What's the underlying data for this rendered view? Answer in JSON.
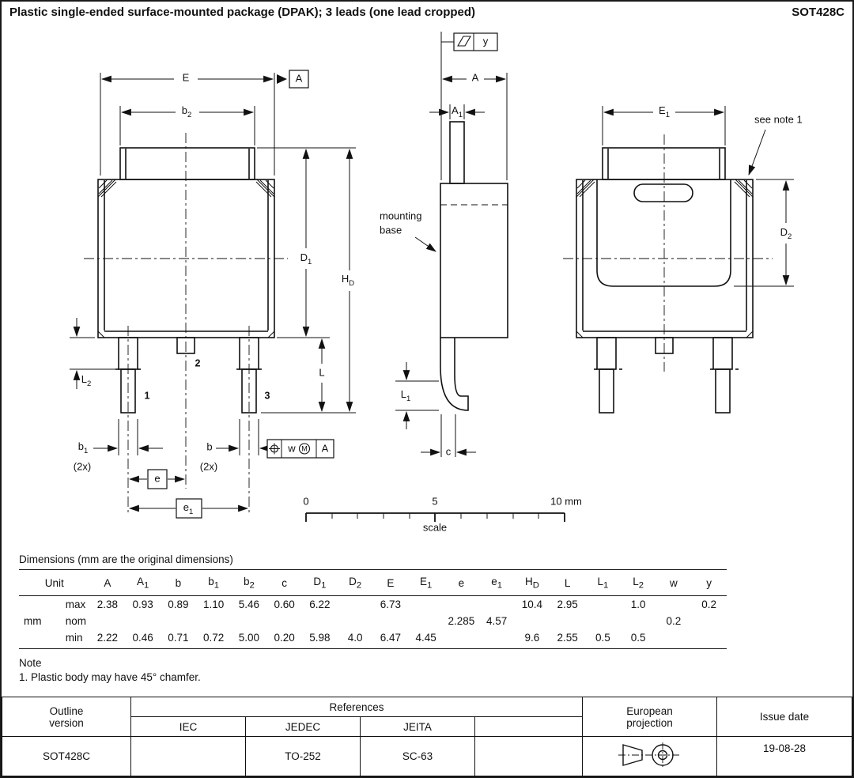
{
  "header": {
    "title": "Plastic single-ended surface-mounted package (DPAK); 3 leads (one lead cropped)",
    "package_code": "SOT428C"
  },
  "drawing": {
    "front": {
      "E": "E",
      "b2": {
        "base": "b",
        "sub": "2"
      },
      "datum_a": "A",
      "D1": {
        "base": "D",
        "sub": "1"
      },
      "HD": {
        "base": "H",
        "sub": "D"
      },
      "L": "L",
      "L2": {
        "base": "L",
        "sub": "2"
      },
      "b1": {
        "base": "b",
        "sub": "1"
      },
      "b1_qty": "(2x)",
      "b": "b",
      "b_qty": "(2x)",
      "e": "e",
      "e1": {
        "base": "e",
        "sub": "1"
      },
      "pin1": "1",
      "pin2": "2",
      "pin3": "3",
      "tol_w": "w",
      "tol_m": "M",
      "tol_datum": "A"
    },
    "side": {
      "flag_y": "y",
      "A": "A",
      "A1": {
        "base": "A",
        "sub": "1"
      },
      "mounting": [
        "mounting",
        "base"
      ],
      "L1": {
        "base": "L",
        "sub": "1"
      },
      "c": "c",
      "scale_0": "0",
      "scale_5": "5",
      "scale_10": "10 mm",
      "scale_label": "scale"
    },
    "back": {
      "E1": {
        "base": "E",
        "sub": "1"
      },
      "note_ref": "see note 1",
      "D2": {
        "base": "D",
        "sub": "2"
      }
    }
  },
  "dim_table": {
    "title": "Dimensions (mm are the original dimensions)",
    "columns": [
      {
        "base": "Unit"
      },
      {
        "base": "A"
      },
      {
        "base": "A",
        "sub": "1"
      },
      {
        "base": "b"
      },
      {
        "base": "b",
        "sub": "1"
      },
      {
        "base": "b",
        "sub": "2"
      },
      {
        "base": "c"
      },
      {
        "base": "D",
        "sub": "1"
      },
      {
        "base": "D",
        "sub": "2"
      },
      {
        "base": "E"
      },
      {
        "base": "E",
        "sub": "1"
      },
      {
        "base": "e"
      },
      {
        "base": "e",
        "sub": "1"
      },
      {
        "base": "H",
        "sub": "D"
      },
      {
        "base": "L"
      },
      {
        "base": "L",
        "sub": "1"
      },
      {
        "base": "L",
        "sub": "2"
      },
      {
        "base": "w"
      },
      {
        "base": "y"
      }
    ],
    "rows": [
      {
        "unit": "",
        "limit": "max",
        "values": [
          "2.38",
          "0.93",
          "0.89",
          "1.10",
          "5.46",
          "0.60",
          "6.22",
          "",
          "6.73",
          "",
          "",
          "",
          "10.4",
          "2.95",
          "",
          "1.0",
          "",
          "0.2"
        ]
      },
      {
        "unit": "mm",
        "limit": "nom",
        "values": [
          "",
          "",
          "",
          "",
          "",
          "",
          "",
          "",
          "",
          "",
          "2.285",
          "4.57",
          "",
          "",
          "",
          "",
          "0.2",
          ""
        ]
      },
      {
        "unit": "",
        "limit": "min",
        "values": [
          "2.22",
          "0.46",
          "0.71",
          "0.72",
          "5.00",
          "0.20",
          "5.98",
          "4.0",
          "6.47",
          "4.45",
          "",
          "",
          "9.6",
          "2.55",
          "0.5",
          "0.5",
          "",
          ""
        ]
      }
    ]
  },
  "note": {
    "heading": "Note",
    "item1": "1. Plastic body may have 45° chamfer."
  },
  "footer": {
    "outline_version_label": "Outline version",
    "references_label": "References",
    "iec_label": "IEC",
    "jedec_label": "JEDEC",
    "jeita_label": "JEITA",
    "european_projection_label": "European projection",
    "issue_date_label": "Issue date",
    "outline_version_value": "SOT428C",
    "iec_value": "",
    "jedec_value": "TO-252",
    "jeita_value": "SC-63",
    "extra_value": "",
    "issue_date_value": "19-08-28"
  }
}
